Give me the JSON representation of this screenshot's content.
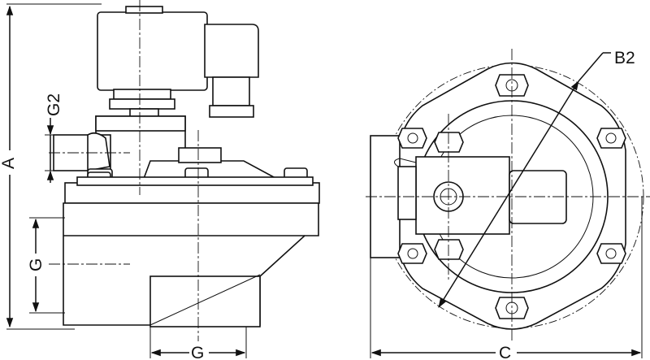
{
  "dimensions": {
    "a": "A",
    "g2": "G2",
    "g_side": "G",
    "g_bottom": "G",
    "b2": "B2",
    "c": "C"
  }
}
